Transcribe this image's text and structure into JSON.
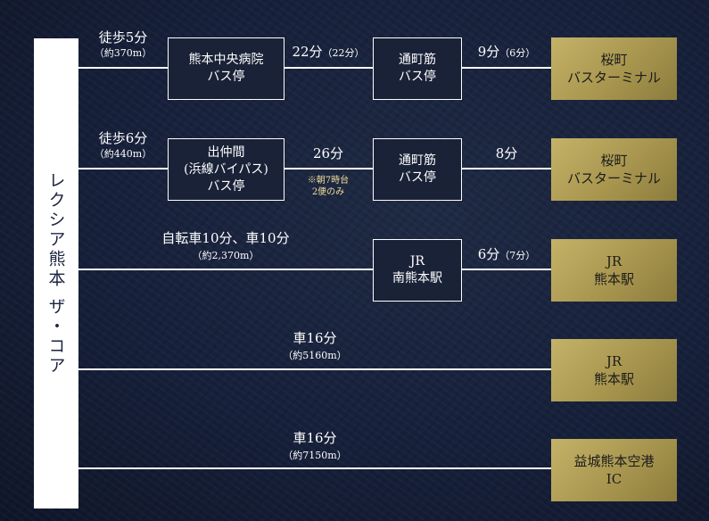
{
  "origin": "レクシア熊本 ザ・コア",
  "routes": [
    {
      "walk": "徒歩5分",
      "walk_dist": "（約370m）",
      "stop1": [
        "熊本中央病院",
        "バス停"
      ],
      "seg1": "22分",
      "seg1_sub": "（22分）",
      "stop2": [
        "通町筋",
        "バス停"
      ],
      "seg2": "9分",
      "seg2_sub": "（6分）",
      "dest": [
        "桜町",
        "バスターミナル"
      ]
    },
    {
      "walk": "徒歩6分",
      "walk_dist": "（約440m）",
      "stop1": [
        "出仲間",
        "(浜線バイパス)",
        "バス停"
      ],
      "seg1": "26分",
      "seg1_note": [
        "※朝7時台",
        "2便のみ"
      ],
      "stop2": [
        "通町筋",
        "バス停"
      ],
      "seg2": "8分",
      "dest": [
        "桜町",
        "バスターミナル"
      ]
    },
    {
      "main": "自転車10分、車10分",
      "main_sub": "（約2,370m）",
      "stop": [
        "JR",
        "南熊本駅"
      ],
      "seg": "6分",
      "seg_sub": "（7分）",
      "dest": [
        "JR",
        "熊本駅"
      ]
    },
    {
      "main": "車16分",
      "main_sub": "（約5160m）",
      "dest": [
        "JR",
        "熊本駅"
      ]
    },
    {
      "main": "車16分",
      "main_sub": "（約7150m）",
      "dest": [
        "益城熊本空港",
        "IC"
      ]
    }
  ]
}
